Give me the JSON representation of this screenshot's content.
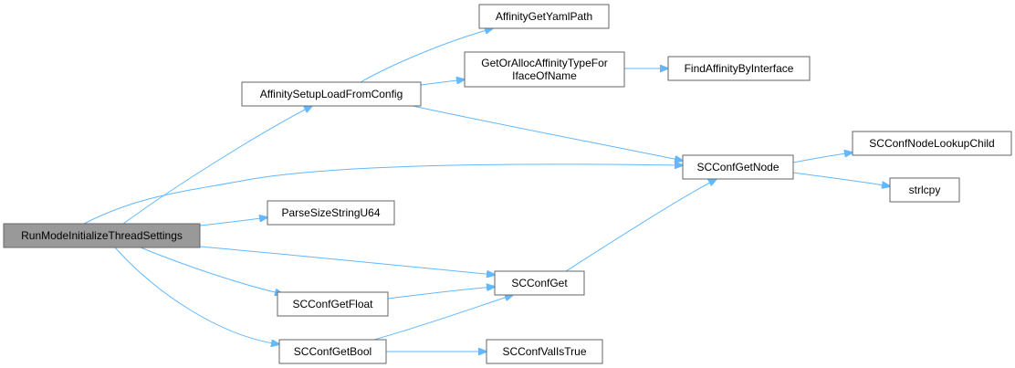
{
  "colors": {
    "edge": "#63b8ff",
    "node_border": "#666666",
    "node_fill": "#ffffff",
    "root_fill": "#999999",
    "text": "#000000"
  },
  "nodes": [
    {
      "id": "root",
      "lines": [
        "RunModeInitializeThreadSettings"
      ],
      "root": true
    },
    {
      "id": "affinity_setup",
      "lines": [
        "AffinitySetupLoadFromConfig"
      ]
    },
    {
      "id": "affinity_yaml",
      "lines": [
        "AffinityGetYamlPath"
      ]
    },
    {
      "id": "getoralloc",
      "lines": [
        "GetOrAllocAffinityTypeFor",
        "IfaceOfName"
      ]
    },
    {
      "id": "find_affinity",
      "lines": [
        "FindAffinityByInterface"
      ]
    },
    {
      "id": "getnode",
      "lines": [
        "SCConfGetNode"
      ]
    },
    {
      "id": "lookupchild",
      "lines": [
        "SCConfNodeLookupChild"
      ]
    },
    {
      "id": "strlcpy",
      "lines": [
        "strlcpy"
      ]
    },
    {
      "id": "parsesize",
      "lines": [
        "ParseSizeStringU64"
      ]
    },
    {
      "id": "confget",
      "lines": [
        "SCConfGet"
      ]
    },
    {
      "id": "getfloat",
      "lines": [
        "SCConfGetFloat"
      ]
    },
    {
      "id": "getbool",
      "lines": [
        "SCConfGetBool"
      ]
    },
    {
      "id": "valistrue",
      "lines": [
        "SCConfValIsTrue"
      ]
    }
  ],
  "edges": [
    {
      "from": "root",
      "to": "affinity_setup"
    },
    {
      "from": "root",
      "to": "getnode"
    },
    {
      "from": "root",
      "to": "parsesize"
    },
    {
      "from": "root",
      "to": "confget"
    },
    {
      "from": "root",
      "to": "getfloat"
    },
    {
      "from": "root",
      "to": "getbool"
    },
    {
      "from": "affinity_setup",
      "to": "affinity_yaml"
    },
    {
      "from": "affinity_setup",
      "to": "getoralloc"
    },
    {
      "from": "affinity_setup",
      "to": "getnode"
    },
    {
      "from": "getoralloc",
      "to": "find_affinity"
    },
    {
      "from": "getnode",
      "to": "lookupchild"
    },
    {
      "from": "getnode",
      "to": "strlcpy"
    },
    {
      "from": "confget",
      "to": "getnode"
    },
    {
      "from": "getfloat",
      "to": "confget"
    },
    {
      "from": "getbool",
      "to": "confget"
    },
    {
      "from": "getbool",
      "to": "valistrue"
    }
  ]
}
